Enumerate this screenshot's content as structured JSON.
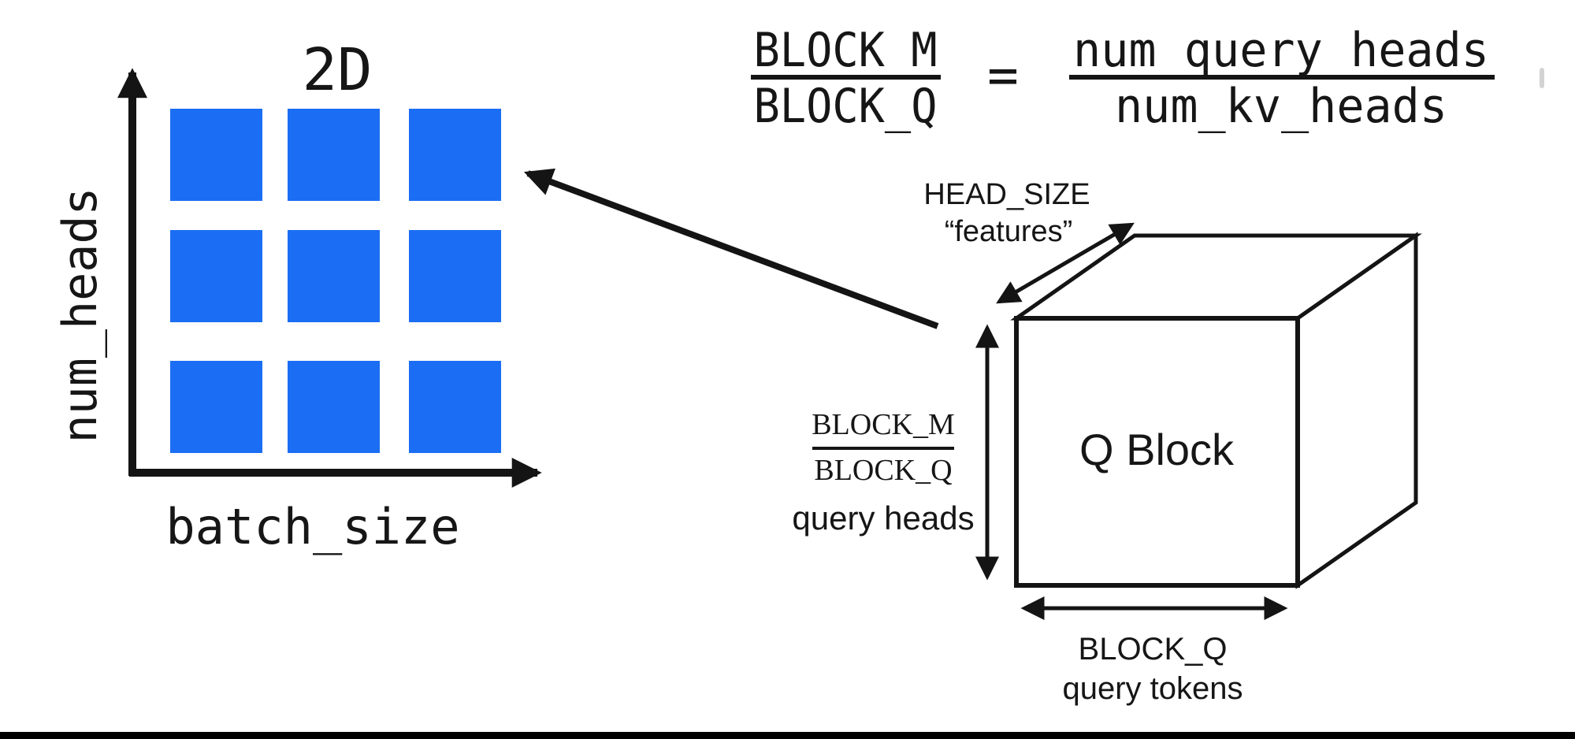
{
  "colors": {
    "square_blue": "#1B6DF3",
    "ink": "#141414",
    "bottom_divider": "#000000"
  },
  "left_chart": {
    "title": "2D",
    "y_axis_label": "num_heads",
    "x_axis_label": "batch_size",
    "grid_rows": 3,
    "grid_cols": 3
  },
  "equation": {
    "lhs_numerator": "BLOCK_M",
    "lhs_denominator": "BLOCK_Q",
    "equals_sign": "=",
    "rhs_numerator": "num_query_heads",
    "rhs_denominator": "num_kv_heads"
  },
  "cube": {
    "face_label": "Q Block",
    "depth_dimension": {
      "name": "HEAD_SIZE",
      "alias": "“features”"
    },
    "height_dimension": {
      "numerator": "BLOCK_M",
      "denominator": "BLOCK_Q",
      "caption": "query heads"
    },
    "width_dimension": {
      "name": "BLOCK_Q",
      "caption": "query tokens"
    }
  }
}
